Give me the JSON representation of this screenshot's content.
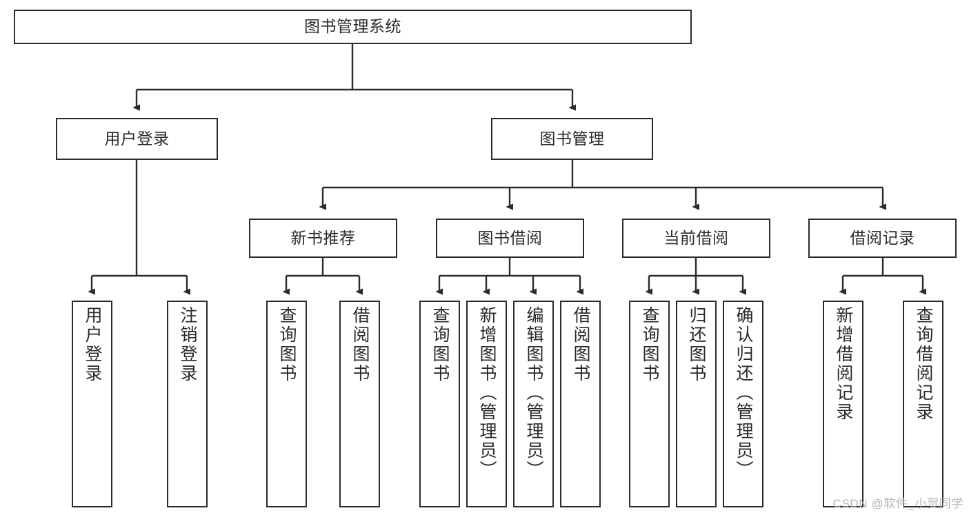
{
  "diagram": {
    "title": "图书管理系统",
    "watermark": "CSDN @软件_小贺同学",
    "colors": {
      "box_border": "#2b2b2b",
      "box_fill": "#ffffff",
      "edge": "#2b2b2b",
      "text": "#2a2a2a",
      "watermark": "#b4b4b4",
      "background": "#ffffff"
    },
    "nodes": {
      "root": {
        "label": "图书管理系统",
        "orientation": "horizontal",
        "level": 1
      },
      "user_login": {
        "label": "用户登录",
        "orientation": "horizontal",
        "level": 2
      },
      "book_manage": {
        "label": "图书管理",
        "orientation": "horizontal",
        "level": 2
      },
      "new_book_rec": {
        "label": "新书推荐",
        "orientation": "horizontal",
        "level": 3
      },
      "book_borrow": {
        "label": "图书借阅",
        "orientation": "horizontal",
        "level": 3
      },
      "current_borrow": {
        "label": "当前借阅",
        "orientation": "horizontal",
        "level": 3
      },
      "borrow_record": {
        "label": "借阅记录",
        "orientation": "horizontal",
        "level": 3
      },
      "leaf_user_login": {
        "label": "用户登录",
        "orientation": "vertical",
        "level": 4
      },
      "leaf_logout": {
        "label": "注销登录",
        "orientation": "vertical",
        "level": 4
      },
      "leaf_query_book_1": {
        "label": "查询图书",
        "orientation": "vertical",
        "level": 4
      },
      "leaf_borrow_book_1": {
        "label": "借阅图书",
        "orientation": "vertical",
        "level": 4
      },
      "leaf_query_book_2": {
        "label": "查询图书",
        "orientation": "vertical",
        "level": 4
      },
      "leaf_add_book": {
        "label": "新增图书（管理员）",
        "orientation": "vertical",
        "level": 4
      },
      "leaf_edit_book": {
        "label": "编辑图书（管理员）",
        "orientation": "vertical",
        "level": 4
      },
      "leaf_borrow_book_2": {
        "label": "借阅图书",
        "orientation": "vertical",
        "level": 4
      },
      "leaf_query_book_3": {
        "label": "查询图书",
        "orientation": "vertical",
        "level": 4
      },
      "leaf_return_book": {
        "label": "归还图书",
        "orientation": "vertical",
        "level": 4
      },
      "leaf_confirm_return": {
        "label": "确认归还（管理员）",
        "orientation": "vertical",
        "level": 4
      },
      "leaf_add_record": {
        "label": "新增借阅记录",
        "orientation": "vertical",
        "level": 4
      },
      "leaf_query_record": {
        "label": "查询借阅记录",
        "orientation": "vertical",
        "level": 4
      }
    },
    "edges": [
      {
        "from": "root",
        "to": "user_login"
      },
      {
        "from": "root",
        "to": "book_manage"
      },
      {
        "from": "book_manage",
        "to": "new_book_rec"
      },
      {
        "from": "book_manage",
        "to": "book_borrow"
      },
      {
        "from": "book_manage",
        "to": "current_borrow"
      },
      {
        "from": "book_manage",
        "to": "borrow_record"
      },
      {
        "from": "user_login",
        "to": "leaf_user_login"
      },
      {
        "from": "user_login",
        "to": "leaf_logout"
      },
      {
        "from": "new_book_rec",
        "to": "leaf_query_book_1"
      },
      {
        "from": "new_book_rec",
        "to": "leaf_borrow_book_1"
      },
      {
        "from": "book_borrow",
        "to": "leaf_query_book_2"
      },
      {
        "from": "book_borrow",
        "to": "leaf_add_book"
      },
      {
        "from": "book_borrow",
        "to": "leaf_edit_book"
      },
      {
        "from": "book_borrow",
        "to": "leaf_borrow_book_2"
      },
      {
        "from": "current_borrow",
        "to": "leaf_query_book_3"
      },
      {
        "from": "current_borrow",
        "to": "leaf_return_book"
      },
      {
        "from": "current_borrow",
        "to": "leaf_confirm_return"
      },
      {
        "from": "borrow_record",
        "to": "leaf_add_record"
      },
      {
        "from": "borrow_record",
        "to": "leaf_query_record"
      }
    ]
  }
}
